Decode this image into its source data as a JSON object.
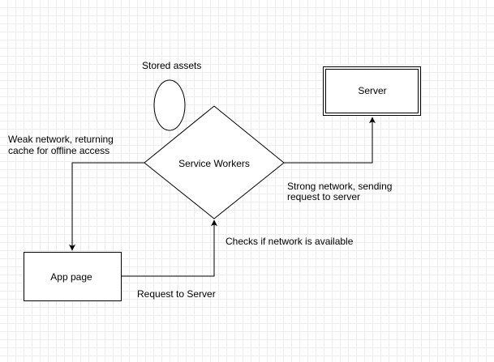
{
  "diagram": {
    "nodes": {
      "server": "Server",
      "service_workers": "Service Workers",
      "app_page": "App page",
      "stored_assets": "Stored assets"
    },
    "edges": {
      "weak_network_line1": "Weak network, returning",
      "weak_network_line2": "cache for offline access",
      "strong_network_line1": "Strong network, sending",
      "strong_network_line2": "request to server",
      "checks_network": "Checks if network is available",
      "request_to_server": "Request to Server"
    }
  },
  "colors": {
    "stroke": "#000000",
    "background": "#ffffff",
    "grid": "#ededed"
  }
}
